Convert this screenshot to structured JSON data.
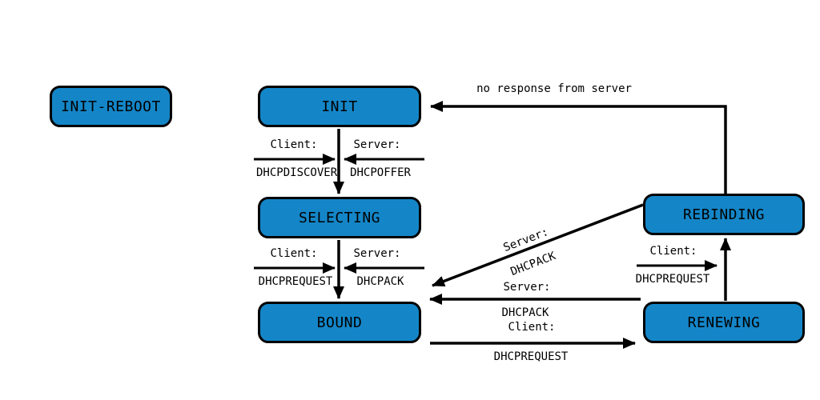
{
  "diagram": {
    "colors": {
      "node_fill": "#1486c8",
      "node_border": "#000000",
      "line_color": "#000000",
      "background": "#ffffff"
    },
    "nodes": {
      "init_reboot": {
        "label": "INIT-REBOOT"
      },
      "init": {
        "label": "INIT"
      },
      "selecting": {
        "label": "SELECTING"
      },
      "bound": {
        "label": "BOUND"
      },
      "rebinding": {
        "label": "REBINDING"
      },
      "renewing": {
        "label": "RENEWING"
      }
    },
    "edges": {
      "init_to_selecting": {
        "client_role": "Client:",
        "client_message": "DHCPDISCOVER",
        "server_role": "Server:",
        "server_message": "DHCPOFFER"
      },
      "selecting_to_bound": {
        "client_role": "Client:",
        "client_message": "DHCPREQUEST",
        "server_role": "Server:",
        "server_message": "DHCPACK"
      },
      "rebinding_to_bound": {
        "role": "Server:",
        "message": "DHCPACK"
      },
      "renewing_to_bound": {
        "role": "Server:",
        "message": "DHCPACK"
      },
      "bound_to_renewing": {
        "role": "Client:",
        "message": "DHCPREQUEST"
      },
      "renewing_to_rebinding": {
        "role": "Client:",
        "message": "DHCPREQUEST"
      },
      "rebinding_to_init": {
        "label": "no response from server"
      }
    }
  }
}
